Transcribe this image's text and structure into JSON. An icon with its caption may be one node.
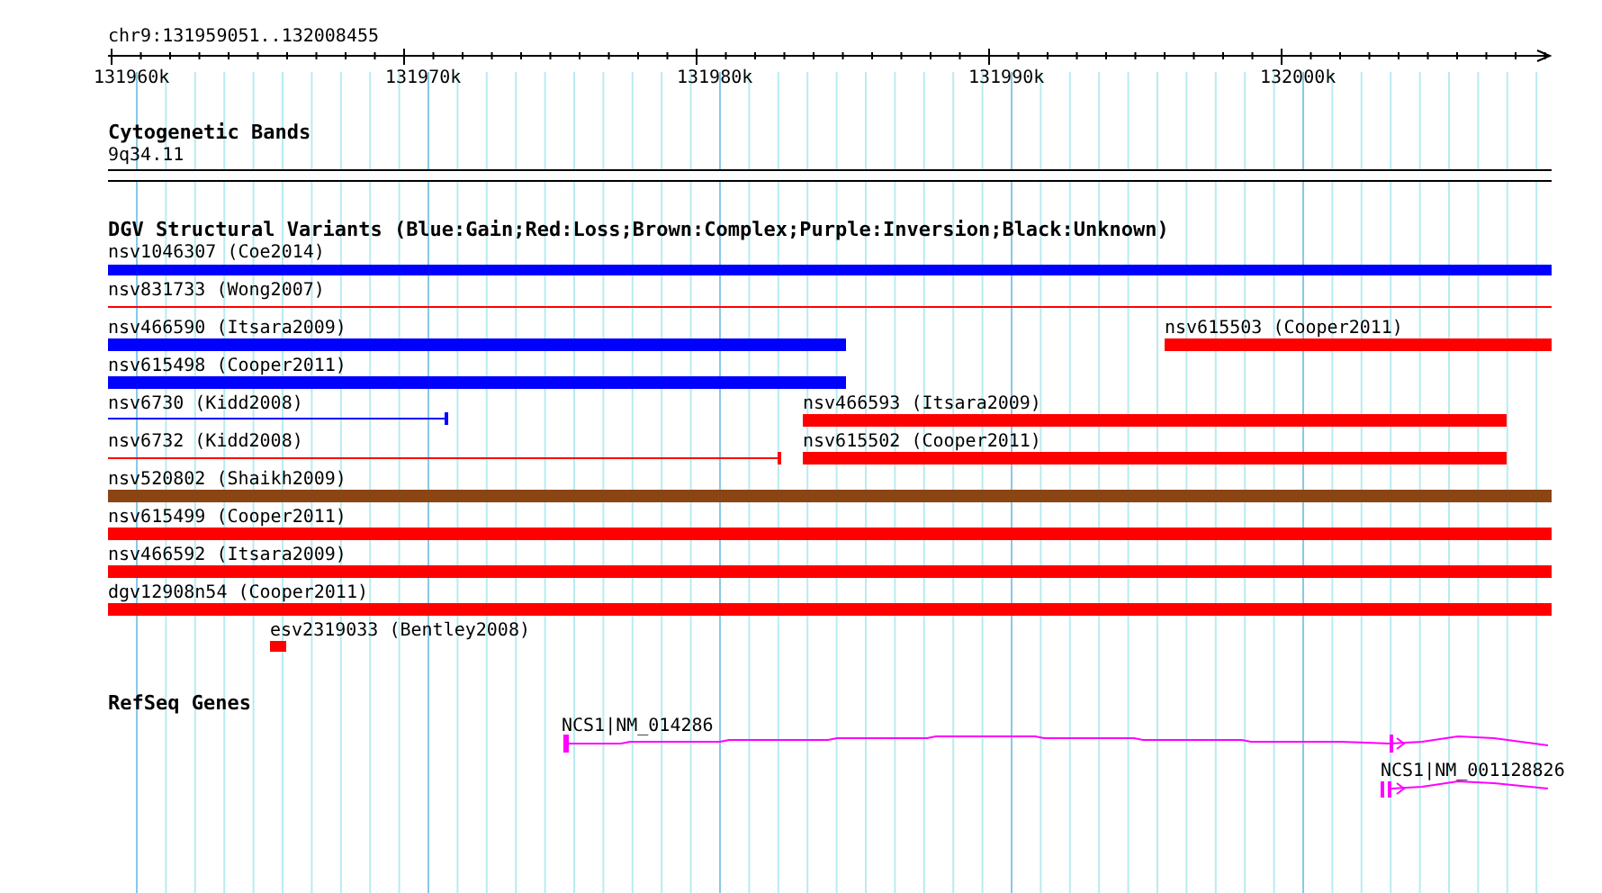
{
  "diagram": {
    "labels": [
      "chr9:131959051..132008455",
      "131960k",
      "131970k",
      "131980k",
      "131990k",
      "132000k",
      "Cytogenetic Bands",
      "9q34.11",
      "DGV Structural Variants (Blue:Gain;Red:Loss;Brown:Complex;Purple:Inversion;Black:Unknown)",
      "nsv1046307 (Coe2014)",
      "nsv831733 (Wong2007)",
      "nsv466590 (Itsara2009)",
      "nsv615503 (Cooper2011)",
      "nsv615498 (Cooper2011)",
      "nsv6730 (Kidd2008)",
      "nsv466593 (Itsara2009)",
      "nsv6732 (Kidd2008)",
      "nsv615502 (Cooper2011)",
      "nsv520802 (Shaikh2009)",
      "nsv615499 (Cooper2011)",
      "nsv466592 (Itsara2009)",
      "dgv12908n54 (Cooper2011)",
      "esv2319033 (Bentley2008)",
      "RefSeq Genes",
      "NCS1|NM_014286",
      "NCS1|NM_001128826"
    ]
  }
}
